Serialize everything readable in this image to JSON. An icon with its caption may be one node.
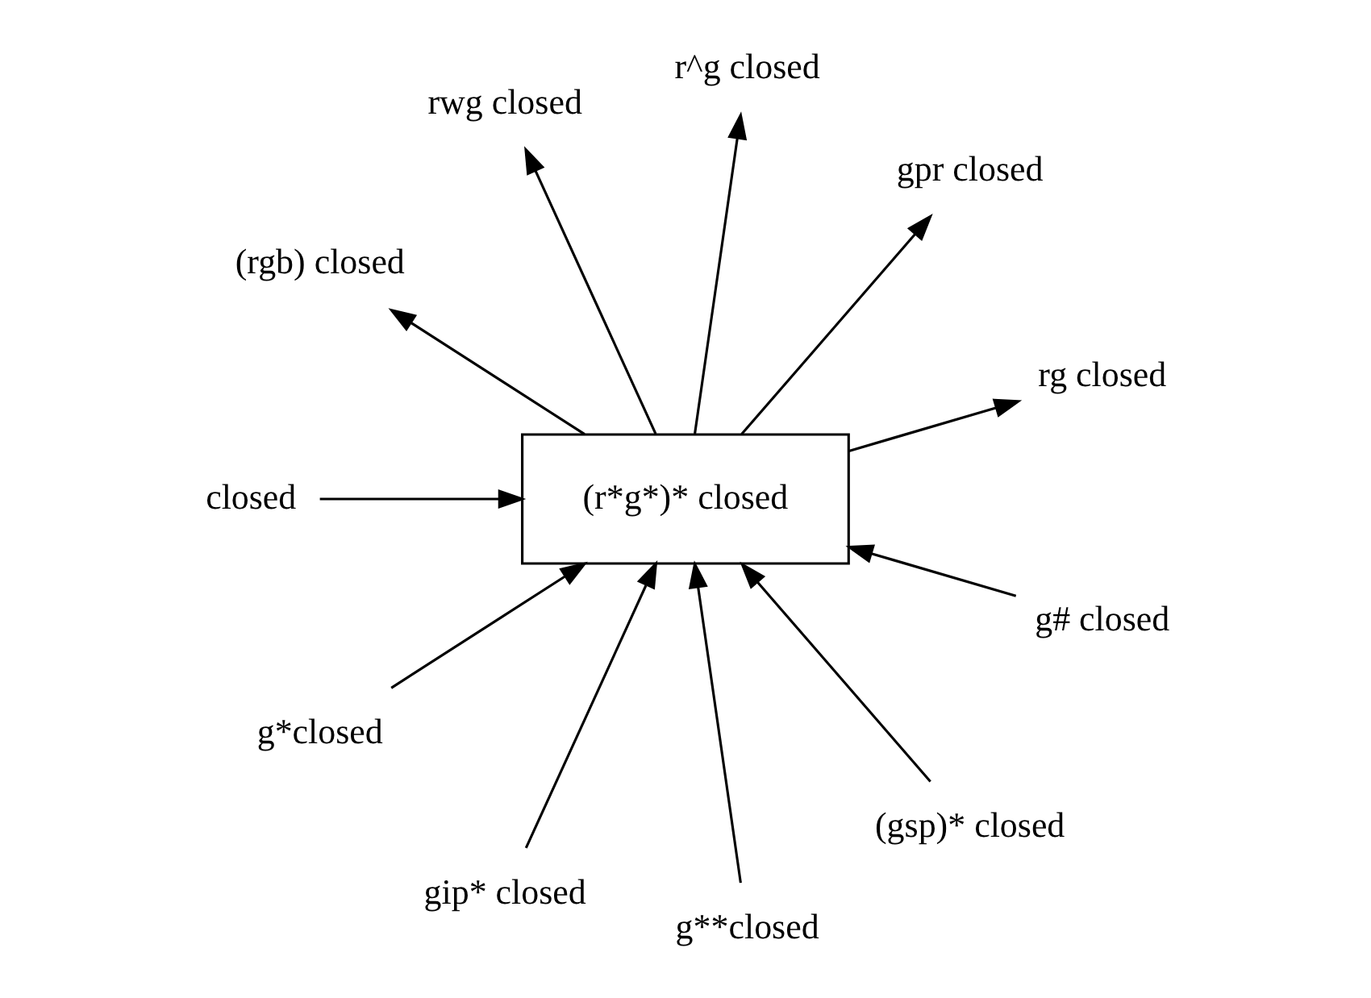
{
  "diagram": {
    "nodes": [
      {
        "text": [
          "closed"
        ]
      },
      {
        "text": [
          "g*closed"
        ]
      },
      {
        "text": [
          "gip* closed"
        ]
      },
      {
        "text": [
          "rg closed"
        ]
      },
      {
        "text": [
          "g**closed"
        ]
      },
      {
        "text": [
          "gpr closed"
        ]
      },
      {
        "text": [
          "(r*g*)* closed"
        ]
      },
      {
        "text": [
          "r^g closed"
        ]
      },
      {
        "text": [
          "rwg closed"
        ]
      },
      {
        "text": [
          "(gsp)* closed"
        ]
      },
      {
        "text": [
          "g# closed"
        ]
      },
      {
        "text": [
          "(rgb) closed"
        ]
      }
    ],
    "edges": [
      {
        "from": 0,
        "to": 6,
        "arrow": "to"
      },
      {
        "from": 1,
        "to": 6,
        "arrow": "to"
      },
      {
        "from": 2,
        "to": 6,
        "arrow": "to"
      },
      {
        "from": 6,
        "to": 3,
        "arrow": "to"
      },
      {
        "from": 4,
        "to": 6,
        "arrow": "to"
      },
      {
        "from": 6,
        "to": 5,
        "arrow": "to"
      },
      {
        "from": 6,
        "to": 7,
        "arrow": "to"
      },
      {
        "from": 6,
        "to": 8,
        "arrow": "to"
      },
      {
        "from": 10,
        "to": 6,
        "arrow": "to"
      },
      {
        "from": 6,
        "to": 11,
        "arrow": "to"
      },
      {
        "from": 9,
        "to": 6,
        "arrow": "to"
      }
    ]
  }
}
